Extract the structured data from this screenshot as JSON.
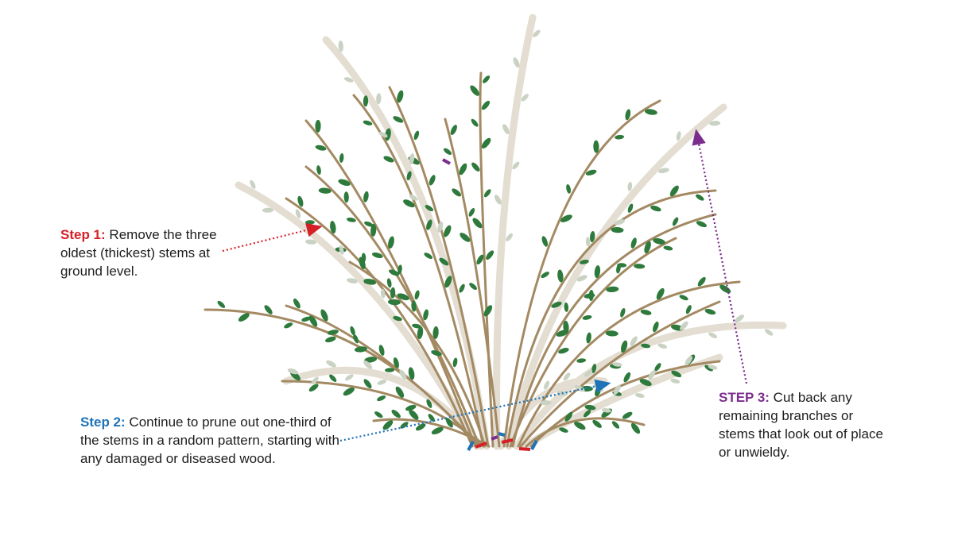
{
  "colors": {
    "step1": "#d62027",
    "step2": "#1f73b7",
    "step3": "#7b2d8e",
    "old_stem": "#e4ded2",
    "young_stem": "#a48a63",
    "leaf": "#2e7a3c",
    "pale_leaf": "#c9d2c3"
  },
  "steps": {
    "step1": {
      "lead": "Step 1:",
      "text": "Remove the three oldest (thickest) stems at ground level."
    },
    "step2": {
      "lead": "Step 2:",
      "text": "Continue to prune out one-third of the stems in a random pattern, starting with any damaged or diseased wood."
    },
    "step3": {
      "lead": "STEP 3:",
      "text": "Cut back any remaining branches or stems that look out of place or unwieldy."
    }
  }
}
